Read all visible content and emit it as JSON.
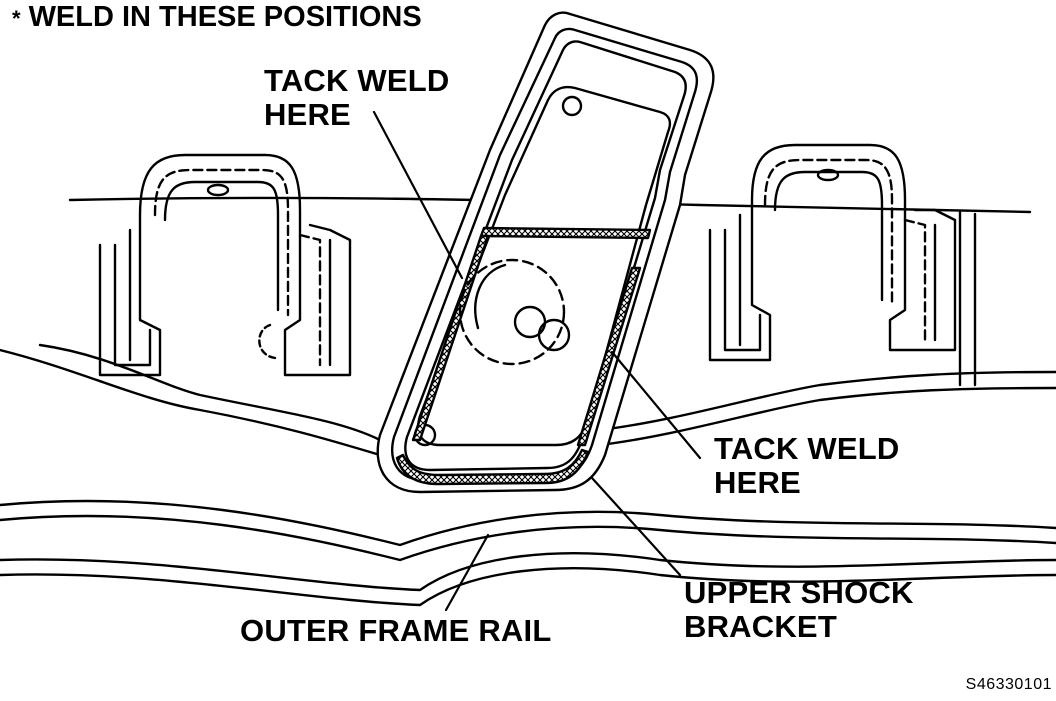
{
  "header": {
    "asterisk": "*",
    "text": "WELD IN THESE POSITIONS"
  },
  "labels": {
    "tack_weld_upper": [
      "TACK WELD",
      "HERE"
    ],
    "tack_weld_lower": [
      "TACK WELD",
      "HERE"
    ],
    "upper_shock_bracket": [
      "UPPER SHOCK",
      "BRACKET"
    ],
    "outer_frame_rail": "OUTER FRAME RAIL"
  },
  "figure_id": "S46330101",
  "colors": {
    "ink": "#000000",
    "paper": "#ffffff"
  }
}
